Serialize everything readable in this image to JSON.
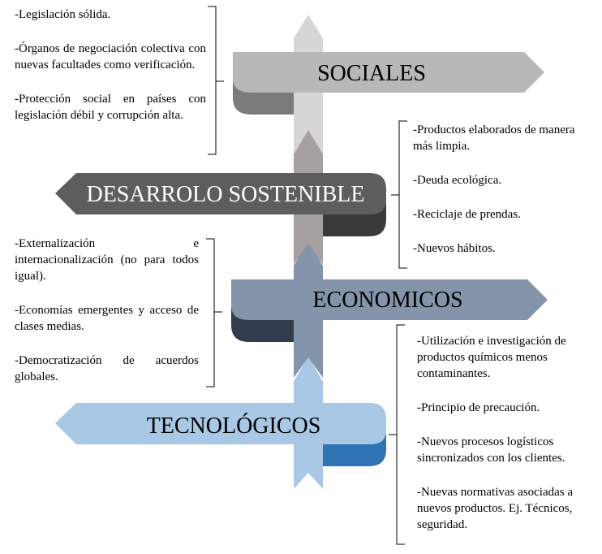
{
  "colors": {
    "sociales": "#b8b8b8",
    "sociales_dark": "#7b7b7b",
    "desarrollo": "#5d5d5d",
    "desarrollo_dark": "#3a3a3a",
    "economicos": "#8494ab",
    "economicos_dark": "#333c4d",
    "tecnologicos": "#a8c8e6",
    "tecnologicos_dark": "#2e74b5",
    "text_light": "#ffffff",
    "text_dark": "#000000"
  },
  "banners": {
    "sociales": "SOCIALES",
    "desarrollo": "DESARROLO SOSTENIBLE",
    "economicos": "ECONOMICOS",
    "tecnologicos": "TECNOLÓGICOS"
  },
  "notes": {
    "sociales": [
      "-Legislación sólida.",
      "-Órganos de negociación colectiva con nuevas facultades como verificación.",
      "-Protección social en países con legislación débil y corrupción alta."
    ],
    "desarrollo": [
      "-Productos elaborados de manera más limpia.",
      "-Deuda ecológica.",
      "-Reciclaje de prendas.",
      "-Nuevos hábitos."
    ],
    "economicos": [
      "-Externalización e internacionalización (no para todos igual).",
      "-Economías emergentes y acceso de clases medias.",
      "-Democratización de acuerdos globales."
    ],
    "tecnologicos": [
      "-Utilización e investigación de productos químicos menos contaminantes.",
      "-Principio de precaución.",
      "-Nuevos procesos logísticos sincronizados con los clientes.",
      "-Nuevas normativas asociadas a nuevos productos. Ej. Técnicos, seguridad."
    ]
  }
}
